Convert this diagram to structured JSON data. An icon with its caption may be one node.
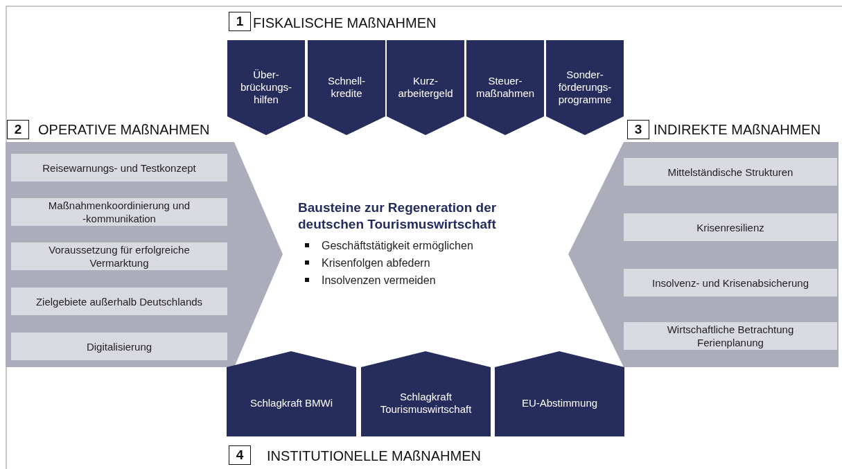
{
  "diagram": {
    "title": "Bausteine zur Regeneration der deutschen Tourismuswirtschaft",
    "nodes": [
      {
        "text": [
          "1"
        ]
      },
      {
        "text": [
          "Über- brückungs- hilfen"
        ]
      },
      {
        "text": [
          "Schnell- kredite"
        ]
      },
      {
        "text": [
          "Kurz- arbeitergeld"
        ]
      },
      {
        "text": [
          "Steuer- maßnahmen"
        ]
      },
      {
        "text": [
          "Sonder- förderungs- programme"
        ]
      },
      {
        "text": [
          "2"
        ]
      },
      {
        "text": [],
        "shape": "arrow"
      },
      {
        "text": [
          "Reisewarnungs- und Testkonzept"
        ],
        "in": 7
      },
      {
        "text": [
          "Maßnahmenkoordinierung und -kommunikation"
        ],
        "in": 7
      },
      {
        "text": [
          "Voraussetzung für erfolgreiche Vermarktung"
        ],
        "in": 7
      },
      {
        "text": [
          "Zielgebiete außerhalb Deutschlands"
        ],
        "in": 7
      },
      {
        "text": [
          "Digitalisierung"
        ],
        "in": 7
      },
      {
        "text": [
          "3"
        ]
      },
      {
        "text": [],
        "shape": "arrow"
      },
      {
        "text": [
          "Mittelständische Strukturen"
        ],
        "in": 14
      },
      {
        "text": [
          "Krisenresilienz"
        ],
        "in": 14
      },
      {
        "text": [
          "Insolvenz- und Krisenabsicherung"
        ],
        "in": 14
      },
      {
        "text": [
          "Wirtschaftliche Betrachtung Ferienplanung"
        ],
        "in": 14
      },
      {
        "text": [
          "Schlagkraft BMWi"
        ]
      },
      {
        "text": [
          "Schlagkraft Tourismuswirtschaft"
        ]
      },
      {
        "text": [
          "EU-Abstimmung"
        ]
      },
      {
        "text": [
          "4"
        ]
      }
    ],
    "labels": [
      "FISKALISCHE MAßNAHMEN",
      "OPERATIVE MAßNAHMEN",
      "INDIREKTE MAßNAHMEN",
      "Geschäftstätigkeit ermöglichen",
      "Krisenfolgen abfedern",
      "Insolvenzen vermeiden",
      "INSTITUTIONELLE MAßNAHMEN"
    ]
  }
}
